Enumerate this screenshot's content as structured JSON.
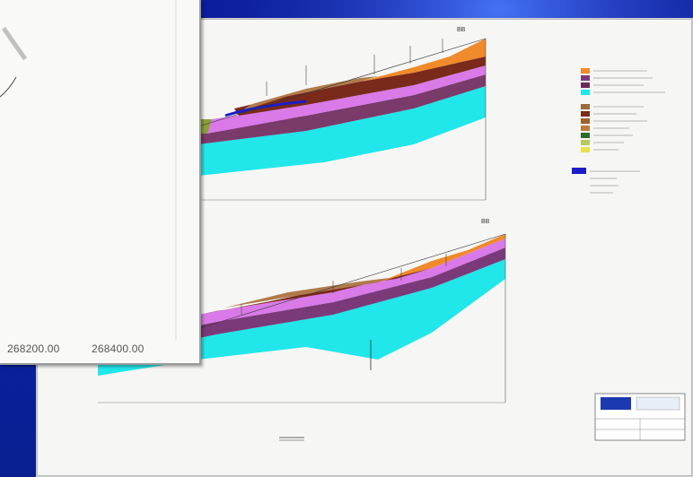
{
  "sections": [
    {
      "label": "BB"
    },
    {
      "label": "BB"
    }
  ],
  "overlay": {
    "coords": [
      "268200.00",
      "268400.00"
    ]
  },
  "colors": {
    "orange": "#f08a2a",
    "brown": "#7a3a1a",
    "purple": "#7a3a7a",
    "magenta": "#d97ae8",
    "cyan": "#21e6ea",
    "blue": "#1c1cc8",
    "olive": "#8aa03a",
    "background": "#0a1a9a"
  },
  "legend": {
    "swatches": [
      "#f08a2a",
      "#7a3a7a",
      "#6a2a5a",
      "#21e6ea",
      "#9a6a3a",
      "#7a2a1a",
      "#a0602a",
      "#c07a3a",
      "#2a6a2a",
      "#b8c860",
      "#e8e050",
      "#8aa03a",
      "#ffffff",
      "#1c1cc8",
      "#e88",
      "#e66",
      "#aaa"
    ]
  }
}
